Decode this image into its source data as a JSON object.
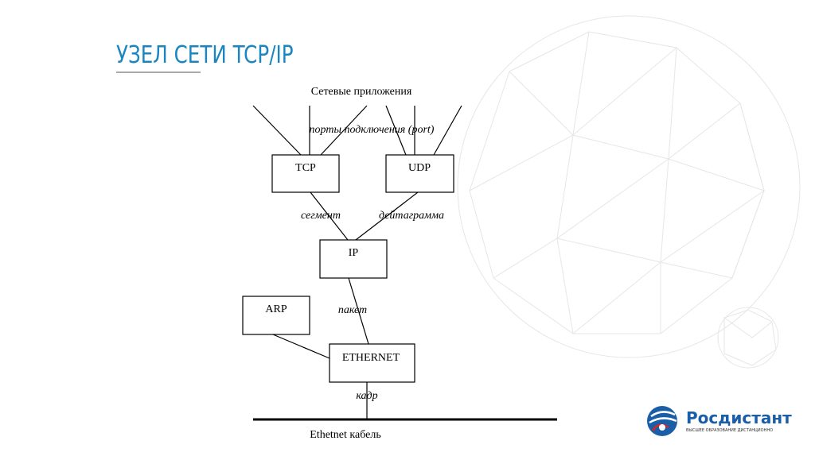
{
  "slide": {
    "title": "УЗЕЛ СЕТИ TCP/IP"
  },
  "diagram": {
    "top_label": "Сетевые приложения",
    "ports_label": "порты подключения (port)",
    "nodes": {
      "tcp": "TCP",
      "udp": "UDP",
      "ip": "IP",
      "arp": "ARP",
      "ethernet": "ETHERNET"
    },
    "edges": {
      "segment": "сегмент",
      "datagram": "дейтаграмма",
      "packet": "пакет",
      "frame": "кадр"
    },
    "cable_label": "Ethetnet кабель"
  },
  "logo": {
    "name": "Росдистант",
    "tagline": "ВЫСШЕЕ ОБРАЗОВАНИЕ ДИСТАНЦИОННО"
  },
  "colors": {
    "accent": "#1a86c0",
    "logo": "#1a5ea8"
  }
}
